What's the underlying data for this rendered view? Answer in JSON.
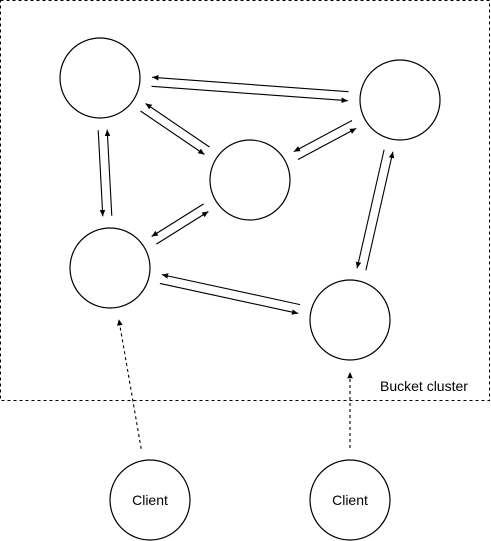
{
  "cluster": {
    "label": "Bucket cluster"
  },
  "nodes": {
    "a": {
      "label": ""
    },
    "b": {
      "label": ""
    },
    "c": {
      "label": ""
    },
    "d": {
      "label": ""
    },
    "e": {
      "label": ""
    },
    "client1": {
      "label": "Client"
    },
    "client2": {
      "label": "Client"
    }
  },
  "edges": [
    {
      "from": "a",
      "to": "b",
      "style": "solid"
    },
    {
      "from": "b",
      "to": "a",
      "style": "solid"
    },
    {
      "from": "a",
      "to": "c",
      "style": "solid"
    },
    {
      "from": "c",
      "to": "a",
      "style": "solid"
    },
    {
      "from": "a",
      "to": "d",
      "style": "solid"
    },
    {
      "from": "d",
      "to": "a",
      "style": "solid"
    },
    {
      "from": "b",
      "to": "c",
      "style": "solid"
    },
    {
      "from": "c",
      "to": "b",
      "style": "solid"
    },
    {
      "from": "b",
      "to": "e",
      "style": "solid"
    },
    {
      "from": "e",
      "to": "b",
      "style": "solid"
    },
    {
      "from": "c",
      "to": "d",
      "style": "solid"
    },
    {
      "from": "d",
      "to": "c",
      "style": "solid"
    },
    {
      "from": "d",
      "to": "e",
      "style": "solid"
    },
    {
      "from": "e",
      "to": "d",
      "style": "solid"
    },
    {
      "from": "client1",
      "to": "d",
      "style": "dashed"
    },
    {
      "from": "client2",
      "to": "e",
      "style": "dashed"
    }
  ],
  "colors": {
    "stroke": "#000000",
    "background": "#ffffff"
  }
}
